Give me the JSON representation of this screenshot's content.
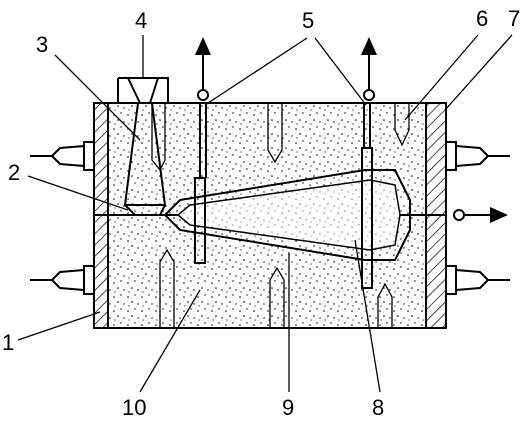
{
  "figure": {
    "callouts": [
      {
        "id": "c1",
        "text": "1"
      },
      {
        "id": "c2",
        "text": "2"
      },
      {
        "id": "c3",
        "text": "3"
      },
      {
        "id": "c4",
        "text": "4"
      },
      {
        "id": "c5",
        "text": "5"
      },
      {
        "id": "c6",
        "text": "6"
      },
      {
        "id": "c7",
        "text": "7"
      },
      {
        "id": "c8",
        "text": "8"
      },
      {
        "id": "c9",
        "text": "9"
      },
      {
        "id": "c10",
        "text": "10"
      }
    ]
  },
  "colors": {
    "stroke": "#000000",
    "background": "#ffffff",
    "sand_dots": "#000000"
  }
}
